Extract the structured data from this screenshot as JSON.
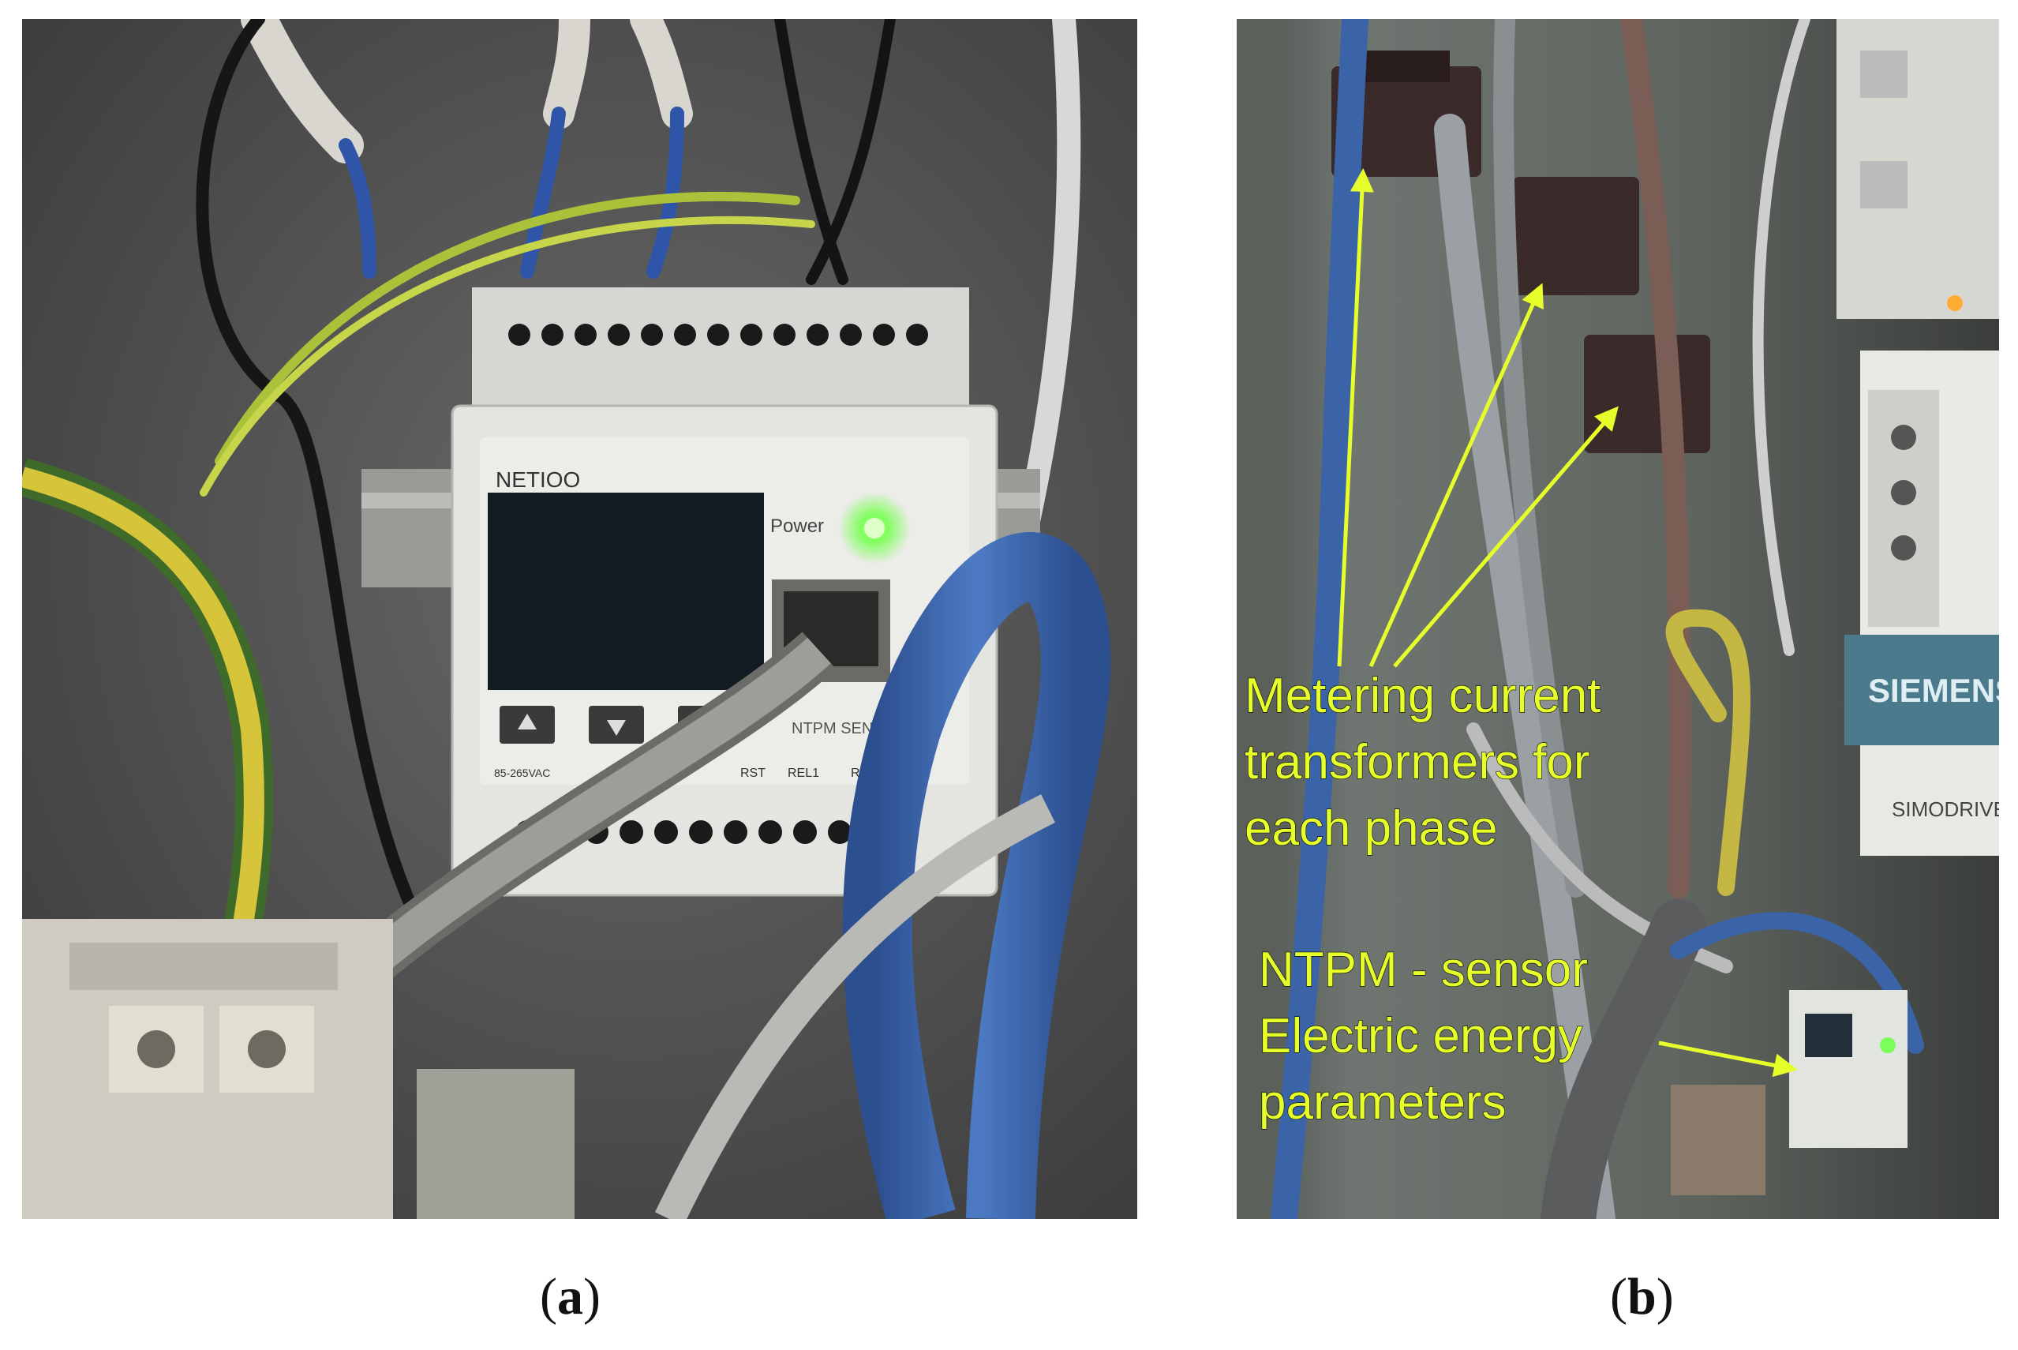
{
  "panel_a": {
    "device": {
      "brand": "NETIOO",
      "power_label": "Power",
      "model_label": "NTPM SENS",
      "terminal_labels": [
        "85-265VAC",
        "RST",
        "REL1",
        "R"
      ]
    },
    "caption": {
      "open": "(",
      "letter": "a",
      "close": ")"
    }
  },
  "panel_b": {
    "annotations": {
      "ct_label": [
        "Metering current",
        "transformers for",
        "each phase"
      ],
      "sensor_label": [
        "NTPM - sensor",
        "Electric energy",
        "parameters"
      ]
    },
    "cabinet_labels": {
      "siemens": "SIEMENS",
      "simodrive": "SIMODRIVE"
    },
    "caption": {
      "open": "(",
      "letter": "b",
      "close": ")"
    }
  },
  "colors": {
    "annotation": "#e6ff2a",
    "led": "#7dff5a",
    "cable_blue": "#3b63a8",
    "wire_green_yellow": "#b9c93a"
  }
}
